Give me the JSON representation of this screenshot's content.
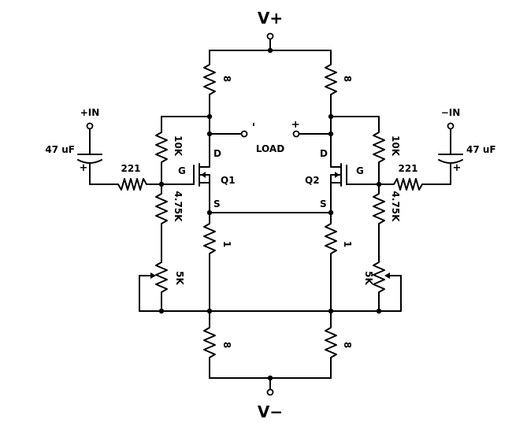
{
  "supply": {
    "positive": "V+",
    "negative": "V−"
  },
  "inputs": {
    "plus": "+IN",
    "minus": "−IN"
  },
  "load": {
    "label": "LOAD",
    "minus_sign": "-",
    "plus_sign": "+"
  },
  "capacitors": {
    "left": {
      "value": "47 uF",
      "pol": "+"
    },
    "right": {
      "value": "47 uF",
      "pol": "+"
    }
  },
  "resistors": {
    "r_top_left": "8",
    "r_top_right": "8",
    "r_bot_left": "8",
    "r_bot_right": "8",
    "r_src_left": "1",
    "r_src_right": "1",
    "r_gate_left": "221",
    "r_gate_right": "221",
    "r_bias_top_left": "10K",
    "r_bias_top_right": "10K",
    "r_bias_mid_left": "4.75K",
    "r_bias_mid_right": "4.75K",
    "pot_left": "5K",
    "pot_right": "5K"
  },
  "transistors": {
    "q1": {
      "name": "Q1",
      "d": "D",
      "g": "G",
      "s": "S"
    },
    "q2": {
      "name": "Q2",
      "d": "D",
      "g": "G",
      "s": "S"
    }
  }
}
